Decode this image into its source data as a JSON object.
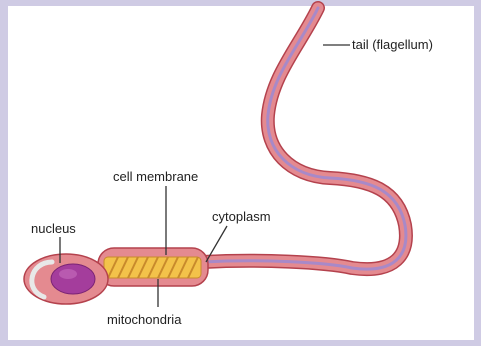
{
  "colors": {
    "frame": "#cfcbe4",
    "panel": "#ffffff",
    "membrane": "#e48a90",
    "membrane_outline": "#b4424d",
    "tail_core": "#a889c8",
    "nucleus": "#a43d9c",
    "mitochondria": "#f3c24a",
    "mitochondria_stripe": "#c98a2c",
    "leader": "#333333"
  },
  "labels": {
    "tail": "tail (flagellum)",
    "cell_membrane": "cell membrane",
    "cytoplasm": "cytoplasm",
    "nucleus": "nucleus",
    "mitochondria": "mitochondria"
  }
}
